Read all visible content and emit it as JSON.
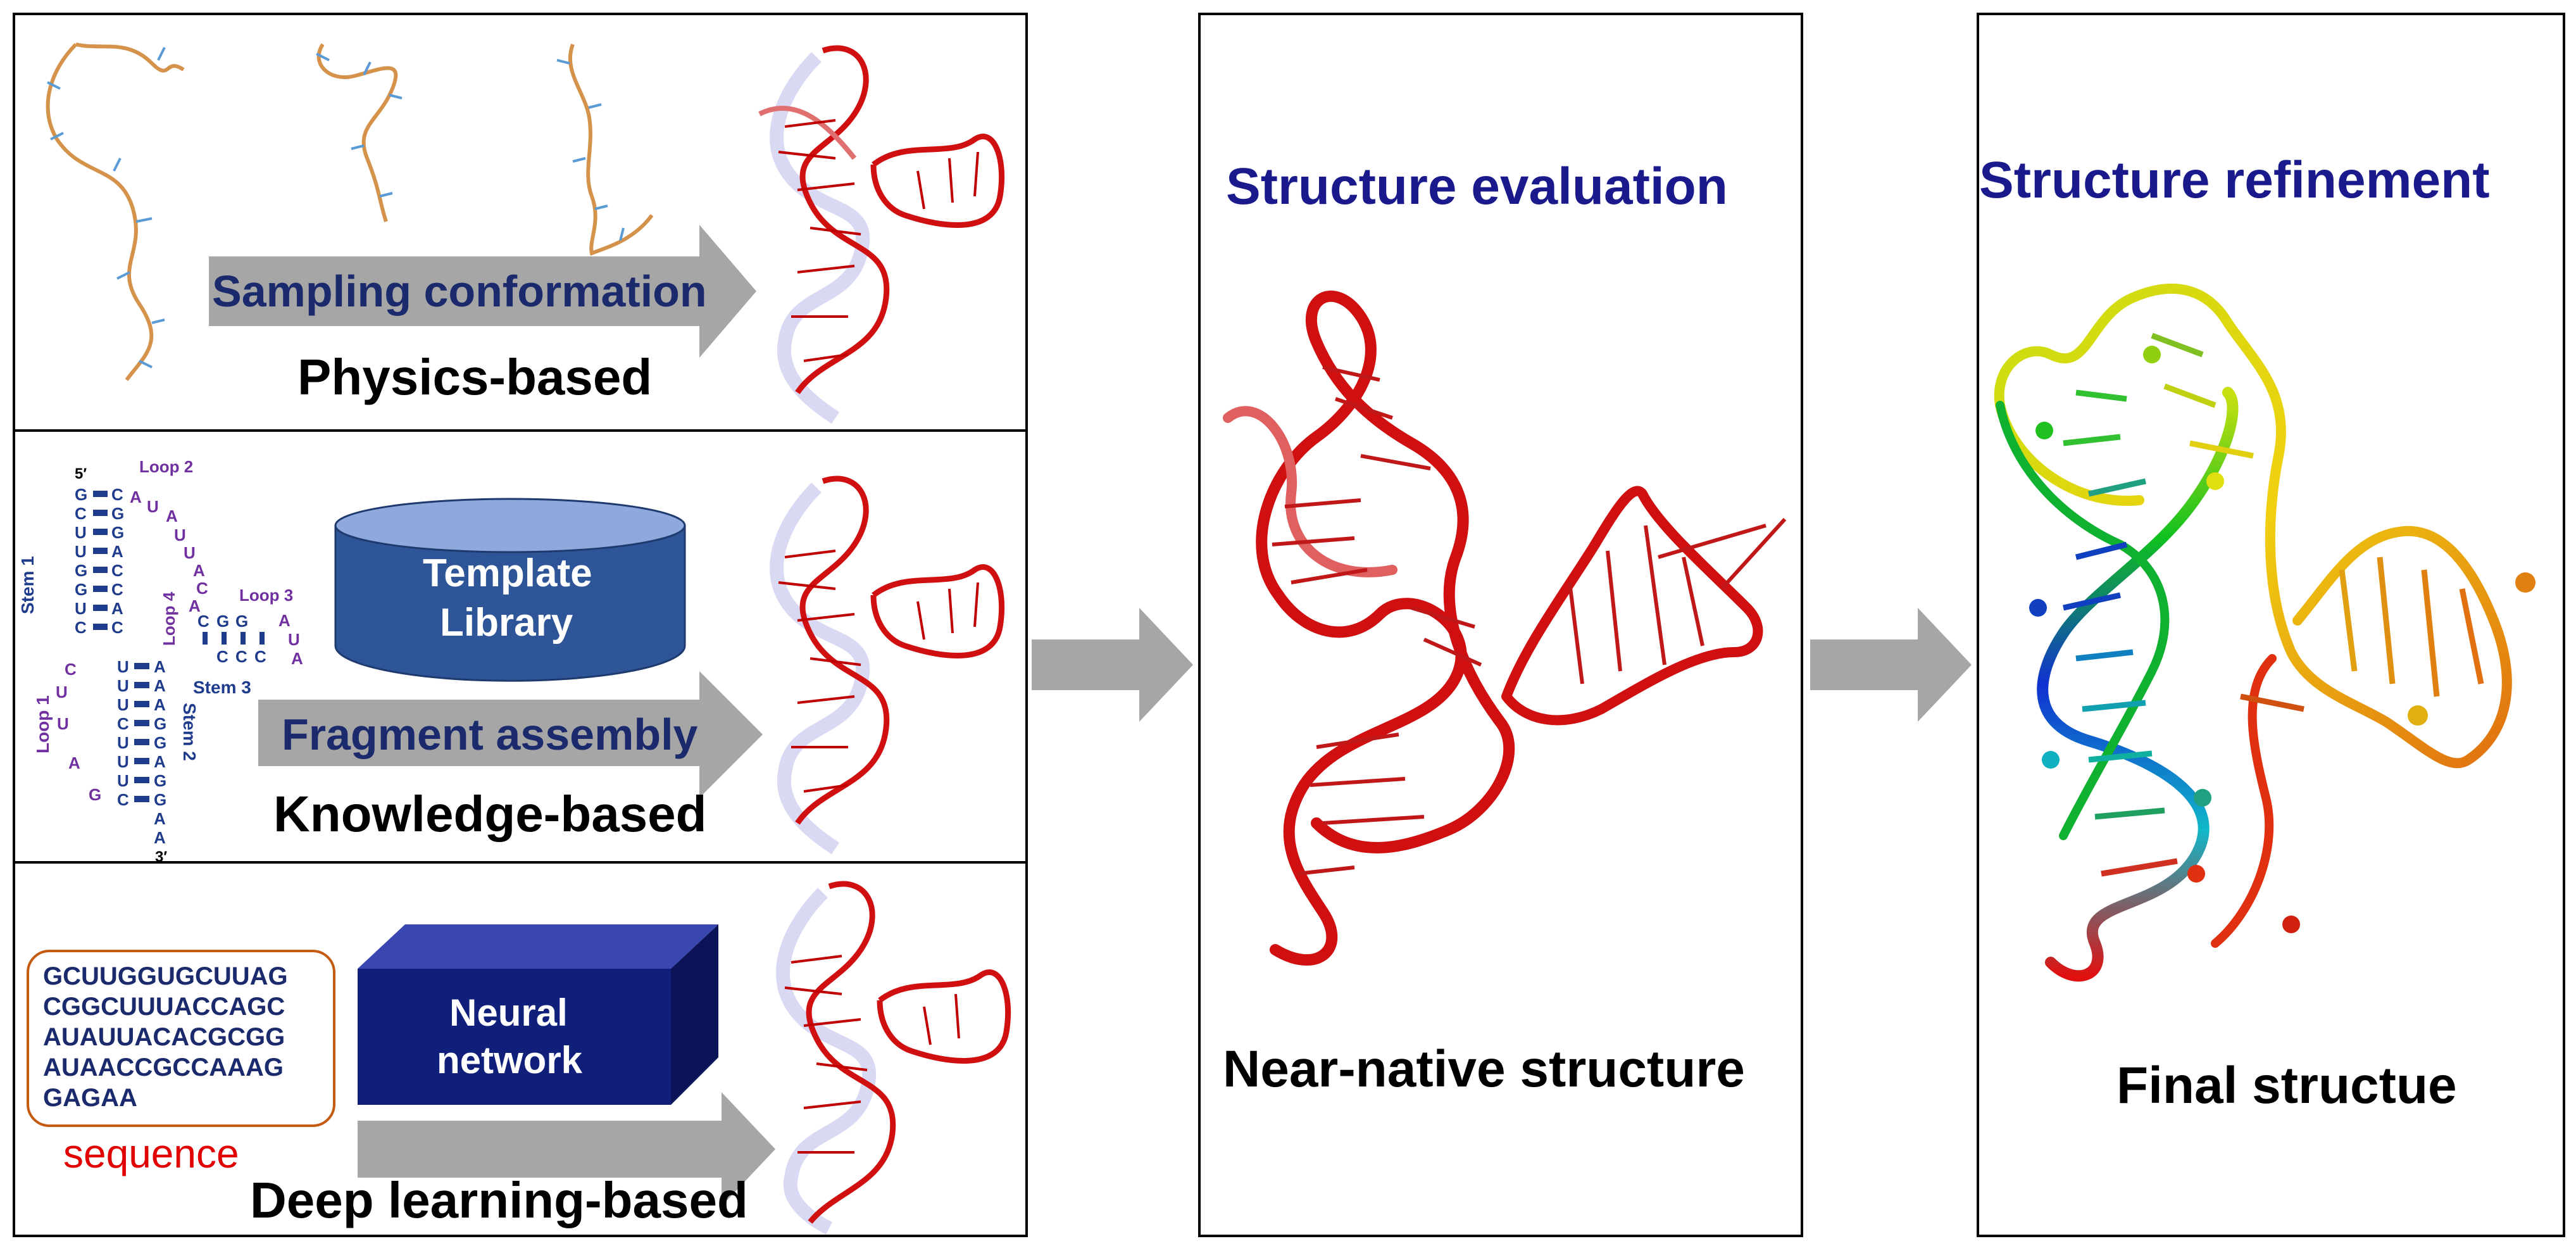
{
  "panel1": {
    "physics": {
      "arrow_label": "Sampling conformation",
      "caption": "Physics-based"
    },
    "knowledge": {
      "five_prime": "5′",
      "three_prime": "3′",
      "loop1": "Loop 1",
      "loop2": "Loop 2",
      "loop3": "Loop 3",
      "loop4": "Loop 4",
      "stem1": "Stem 1",
      "stem2": "Stem 2",
      "stem3": "Stem 3",
      "stem1_left": [
        "G",
        "C",
        "U",
        "U",
        "G",
        "G",
        "U",
        "C"
      ],
      "stem1_right": [
        "C",
        "G",
        "G",
        "A",
        "C",
        "C",
        "A",
        "C"
      ],
      "stem2_left": [
        "U",
        "U",
        "U",
        "C",
        "U",
        "U",
        "U",
        "C"
      ],
      "stem2_right": [
        "A",
        "A",
        "A",
        "G",
        "G",
        "A",
        "G",
        "G",
        "A",
        "A"
      ],
      "stem3_top": [
        "C",
        "G",
        "G"
      ],
      "stem3_bottom": [
        "C",
        "C",
        "C"
      ],
      "loop1_letters": [
        "C",
        "U",
        "U",
        "A",
        "G"
      ],
      "loop2_letters": [
        "A",
        "U",
        "A",
        "U",
        "U",
        "A",
        "C",
        "A"
      ],
      "loop3_letters": [
        "A",
        "U",
        "A"
      ],
      "template_line1": "Template",
      "template_line2": "Library",
      "arrow_label": "Fragment assembly",
      "caption": "Knowledge-based"
    },
    "deep": {
      "sequence_lines": [
        "GCUUGGUGCUUAG",
        "CGGCUUUACCAGC",
        "AUAUUACACGCGG",
        "AUAACCGCCAAAG",
        "GAGAA"
      ],
      "sequence_caption": "sequence",
      "nn_line1": "Neural",
      "nn_line2": "network",
      "caption": "Deep learning-based"
    }
  },
  "panel2": {
    "title": "Structure evaluation",
    "caption": "Near-native structure"
  },
  "panel3": {
    "title": "Structure refinement",
    "caption": "Final structue"
  },
  "colors": {
    "title_blue": "#1a1a8c",
    "arrow_gray": "#a6a6a6",
    "cylinder_blue": "#2e5597",
    "nn_blue": "#0f1f7a",
    "rna_red": "#d01010",
    "purple": "#7030a0",
    "sequence_red": "#e00000",
    "sequence_border": "#c55a11"
  }
}
